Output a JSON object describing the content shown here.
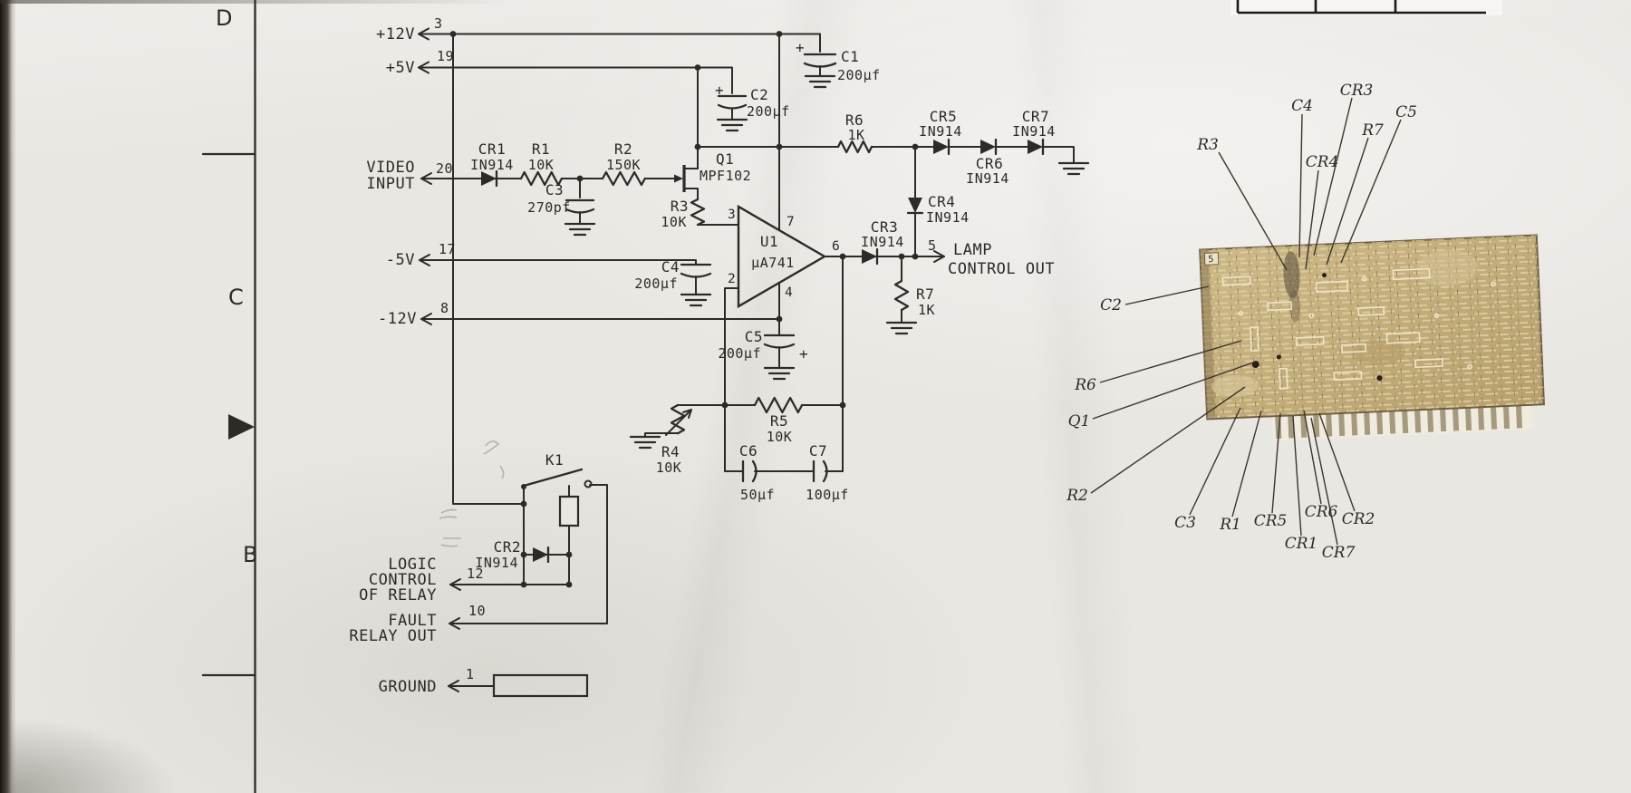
{
  "drawing": {
    "zone_letters": {
      "top": "D",
      "middle": "C",
      "bottom": "B"
    },
    "terminals": {
      "p12v": {
        "label": "+12V",
        "pin": "3"
      },
      "p5v": {
        "label": "+5V",
        "pin": "19"
      },
      "video": {
        "label1": "VIDEO",
        "label2": "INPUT",
        "pin": "20"
      },
      "n5v": {
        "label": "-5V",
        "pin": "17"
      },
      "n12v": {
        "label": "-12V",
        "pin": "8"
      },
      "logic": {
        "label1": "LOGIC",
        "label2": "CONTROL",
        "label3": "OF RELAY",
        "pin": "12"
      },
      "fault": {
        "label1": "FAULT",
        "label2": "RELAY OUT",
        "pin": "10"
      },
      "ground": {
        "label": "GROUND",
        "pin": "1"
      },
      "lamp": {
        "pin": "5",
        "label1": "LAMP",
        "label2": "CONTROL OUT"
      }
    },
    "components": {
      "cr1": {
        "ref": "CR1",
        "value": "IN914"
      },
      "r1": {
        "ref": "R1",
        "value": "10K"
      },
      "c3": {
        "ref": "C3",
        "value": "270pf"
      },
      "r2": {
        "ref": "R2",
        "value": "150K"
      },
      "q1": {
        "ref": "Q1",
        "value": "MPF102"
      },
      "c2": {
        "ref": "C2",
        "value": "200μf"
      },
      "c1": {
        "ref": "C1",
        "value": "200μf"
      },
      "r3": {
        "ref": "R3",
        "value": "10K"
      },
      "r6": {
        "ref": "R6",
        "value": "1K"
      },
      "cr5": {
        "ref": "CR5",
        "value": "IN914"
      },
      "cr6": {
        "ref": "CR6",
        "value": "IN914"
      },
      "cr7": {
        "ref": "CR7",
        "value": "IN914"
      },
      "cr4": {
        "ref": "CR4",
        "value": "IN914"
      },
      "cr3": {
        "ref": "CR3",
        "value": "IN914"
      },
      "u1": {
        "ref": "U1",
        "value": "μA741"
      },
      "r7": {
        "ref": "R7",
        "value": "1K"
      },
      "c4": {
        "ref": "C4",
        "value": "200μf"
      },
      "c5": {
        "ref": "C5",
        "value": "200μf"
      },
      "r4": {
        "ref": "R4",
        "value": "10K"
      },
      "r5": {
        "ref": "R5",
        "value": "10K"
      },
      "c6": {
        "ref": "C6",
        "value": "50μf"
      },
      "c7": {
        "ref": "C7",
        "value": "100μf"
      },
      "k1": {
        "ref": "K1"
      },
      "cr2": {
        "ref": "CR2",
        "value": "IN914"
      }
    },
    "opamp_pins": {
      "noninv": "3",
      "inv": "2",
      "vplus": "7",
      "vminus": "4",
      "out": "6"
    },
    "plus": "+"
  },
  "pcb": {
    "corner_mark": "5",
    "callouts": {
      "r3": "R3",
      "c4": "C4",
      "cr3": "CR3",
      "r7": "R7",
      "c5": "C5",
      "cr4": "CR4",
      "c2": "C2",
      "r6": "R6",
      "q1": "Q1",
      "r2": "R2",
      "c3": "C3",
      "r1": "R1",
      "cr5": "CR5",
      "cr1": "CR1",
      "cr6": "CR6",
      "cr2": "CR2",
      "cr7": "CR7"
    }
  },
  "colors": {
    "paper": "#e9e7e2",
    "ink": "#2d2b28",
    "pencil": "#a8a095",
    "board": "#c3ac79"
  }
}
